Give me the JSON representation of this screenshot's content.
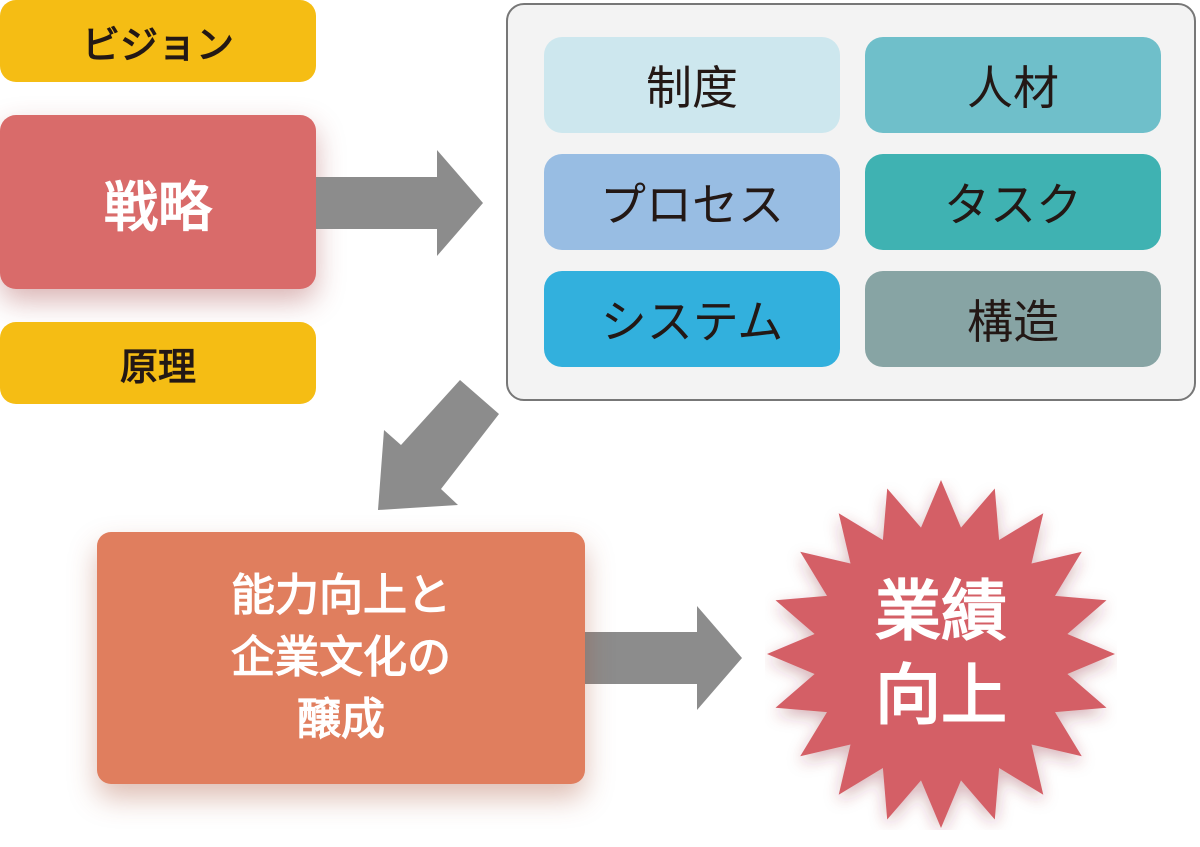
{
  "foundation": {
    "vision": "ビジョン",
    "strategy": "戦略",
    "principle": "原理"
  },
  "elements": {
    "items": [
      "制度",
      "人材",
      "プロセス",
      "タスク",
      "システム",
      "構造"
    ]
  },
  "outcome": {
    "lines": [
      "能力向上と",
      "企業文化の",
      "醸成"
    ]
  },
  "result": {
    "lines": [
      "業績",
      "向上"
    ]
  },
  "colors": {
    "yellow": "#f5bd14",
    "strategy": "#d96b6a",
    "outcome": "#e07e5e",
    "burst": "#d45e66",
    "arrow": "#8c8c8c",
    "panel_border": "#777777"
  }
}
